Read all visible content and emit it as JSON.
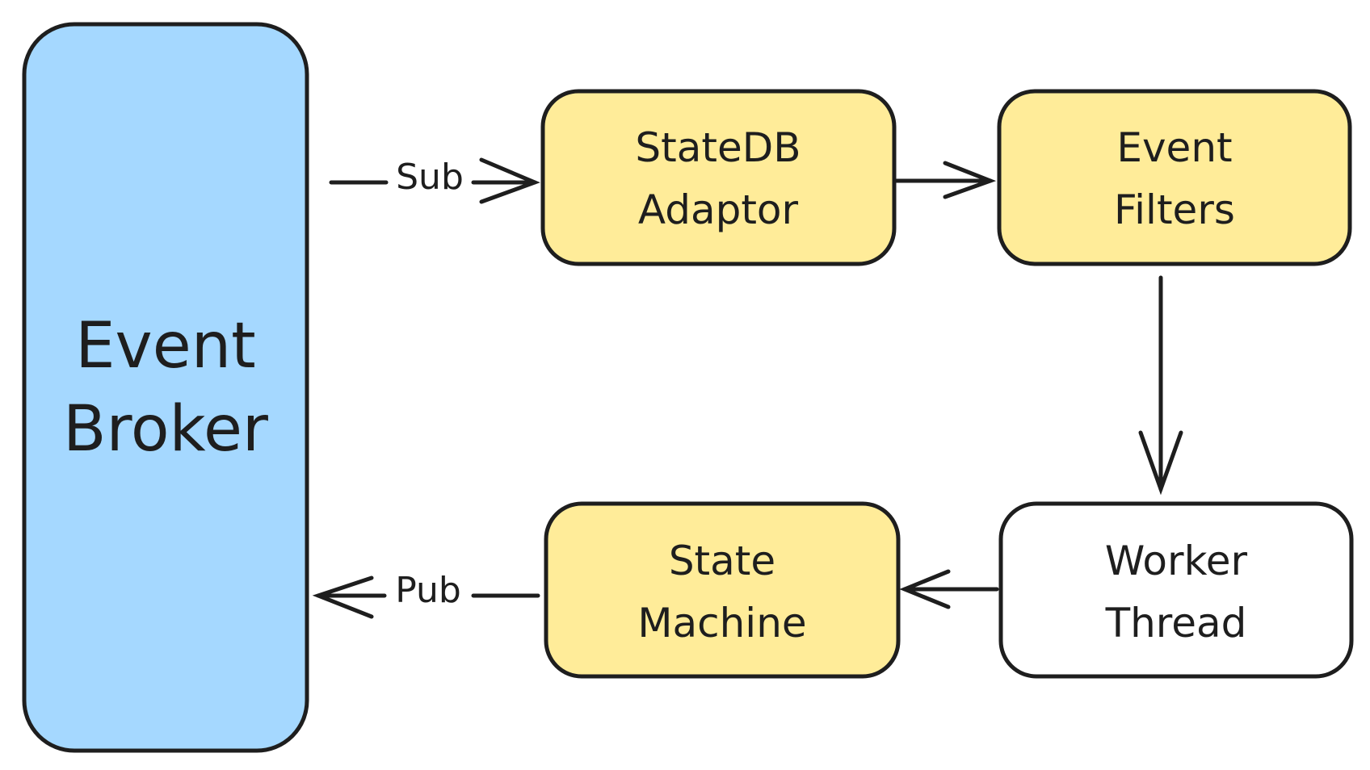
{
  "nodes": {
    "event_broker": {
      "line1": "Event",
      "line2": "Broker",
      "fill": "#a5d8ff"
    },
    "statedb_adaptor": {
      "line1": "StateDB",
      "line2": "Adaptor",
      "fill": "#ffec99"
    },
    "event_filters": {
      "line1": "Event",
      "line2": "Filters",
      "fill": "#ffec99"
    },
    "worker_thread": {
      "line1": "Worker",
      "line2": "Thread",
      "fill": "#ffffff"
    },
    "state_machine": {
      "line1": "State",
      "line2": "Machine",
      "fill": "#ffec99"
    }
  },
  "edges": {
    "sub": {
      "label": "Sub",
      "from": "Event Broker",
      "to": "StateDB Adaptor"
    },
    "adaptor_to_filters": {
      "label": "",
      "from": "StateDB Adaptor",
      "to": "Event Filters"
    },
    "filters_to_worker": {
      "label": "",
      "from": "Event Filters",
      "to": "Worker Thread"
    },
    "worker_to_machine": {
      "label": "",
      "from": "Worker Thread",
      "to": "State Machine"
    },
    "pub": {
      "label": "Pub",
      "from": "State Machine",
      "to": "Event Broker"
    }
  },
  "colors": {
    "stroke": "#1e1e1e",
    "broker_fill": "#a5d8ff",
    "component_fill": "#ffec99",
    "worker_fill": "#ffffff"
  }
}
